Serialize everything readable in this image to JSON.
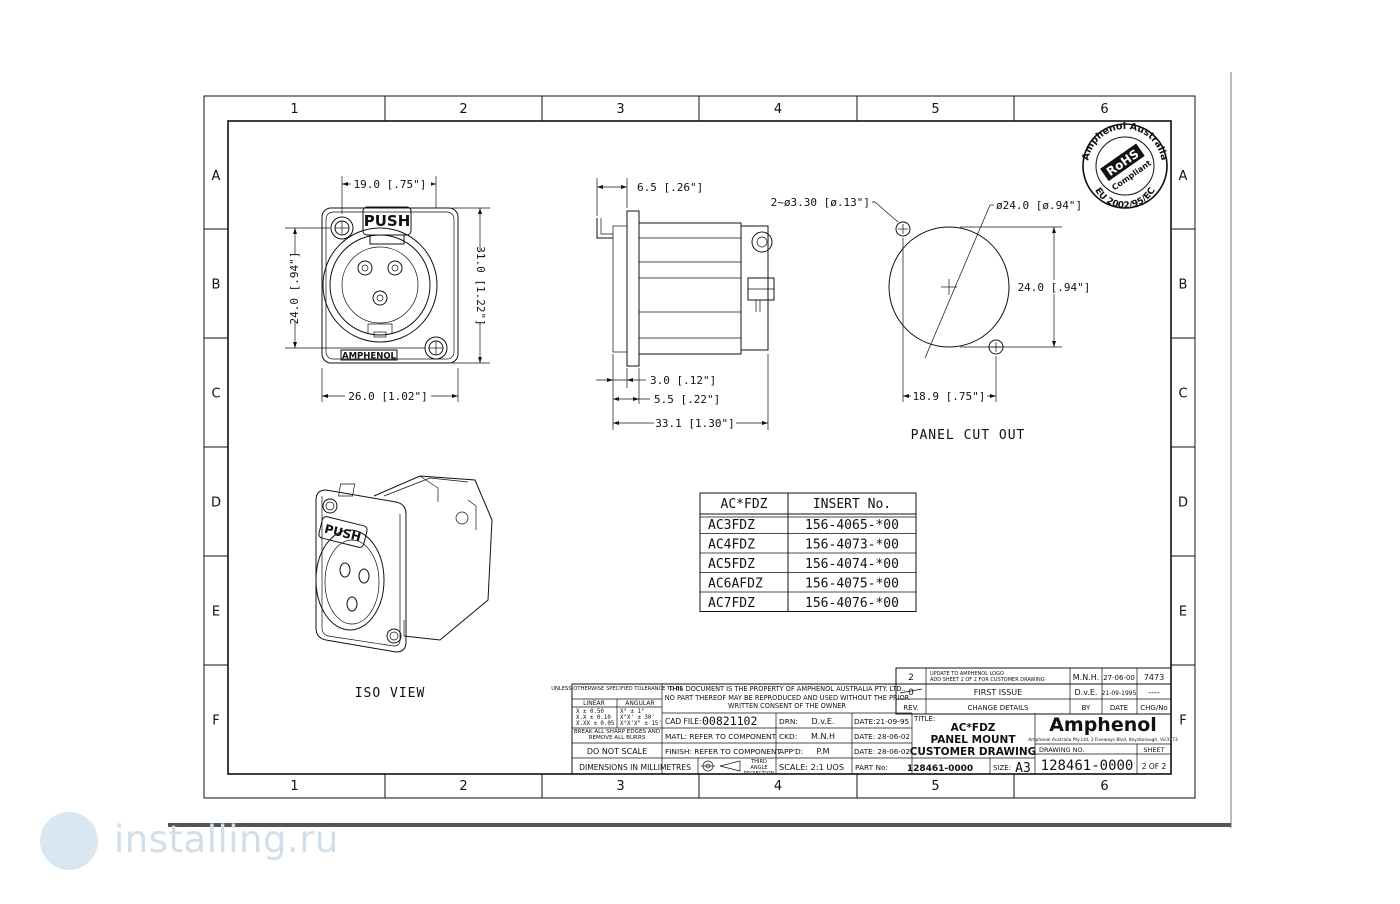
{
  "frame": {
    "columns": [
      "1",
      "2",
      "3",
      "4",
      "5",
      "6"
    ],
    "rows": [
      "A",
      "B",
      "C",
      "D",
      "E",
      "F"
    ]
  },
  "front_view": {
    "dim_top": "19.0 [.75\"]",
    "dim_left": "24.0 [.94\"]",
    "dim_right": "31.0 [1.22\"]",
    "dim_bottom": "26.0 [1.02\"]",
    "push_label": "PUSH",
    "logo": "AMPHENOL"
  },
  "side_view": {
    "dim_top": "6.5 [.26\"]",
    "dim_a": "3.0 [.12\"]",
    "dim_b": "5.5 [.22\"]",
    "dim_c": "33.1 [1.30\"]"
  },
  "panel_cutout": {
    "holes_label": "2~ø3.30 [ø.13\"]",
    "diameter_label": "ø24.0 [ø.94\"]",
    "height_label": "24.0 [.94\"]",
    "width_label": "18.9 [.75\"]",
    "caption": "PANEL CUT OUT"
  },
  "rohs_stamp": {
    "outer_text": "Amphenol Australia",
    "center": "RoHS",
    "sub": "Compliant",
    "bottom": "EU 2002/95/EC"
  },
  "iso_view": {
    "caption": "ISO VIEW",
    "push_label": "PUSH"
  },
  "insert_table": {
    "headers": [
      "AC*FDZ",
      "INSERT No."
    ],
    "rows": [
      [
        "AC3FDZ",
        "156-4065-*00"
      ],
      [
        "AC4FDZ",
        "156-4073-*00"
      ],
      [
        "AC5FDZ",
        "156-4074-*00"
      ],
      [
        "AC6AFDZ",
        "156-4075-*00"
      ],
      [
        "AC7FDZ",
        "156-4076-*00"
      ]
    ]
  },
  "title_block": {
    "revisions": [
      {
        "rev": "2",
        "details": "UPDATE TO AMPHENOL LOGO",
        "details2": "ADD SHEET 2 OF 2 FOR CUSTOMER DRAWING",
        "by": "M.N.H.",
        "date": "27-06-00",
        "chg": "7473"
      },
      {
        "rev": "0",
        "details": "FIRST ISSUE",
        "details2": "",
        "by": "D.v.E.",
        "date": "21-09-1995",
        "chg": "----"
      }
    ],
    "rev_header": {
      "rev": "REV.",
      "details": "CHANGE DETAILS",
      "by": "BY",
      "date": "DATE",
      "chg": "CHG/No"
    },
    "tolerance_title": "UNLESS OTHERWISE SPECIFIED TOLERANCE TO BE",
    "tol_linear": "LINEAR",
    "tol_angular": "ANGULAR",
    "tol_lines": [
      "X    ± 0.50",
      "X.X  ± 0.10",
      "X.XX ± 0.05"
    ],
    "tol_ang_lines": [
      "X°   ± 1°",
      "X°X'  ± 30'",
      "X°X'X\" ± 15'"
    ],
    "break_edges": "BREAK ALL SHARP EDGES AND REMOVE ALL BURRS",
    "do_not_scale": "DO NOT SCALE",
    "dimensions": "DIMENSIONS IN MILLIMETRES",
    "property": "THIS DOCUMENT IS THE PROPERTY OF AMPHENOL AUSTRALIA PTY. LTD.. NO PART THEREOF MAY BE REPRODUCED AND USED WITHOUT THE PRIOR WRITTEN CONSENT OF THE OWNER",
    "cad_file_label": "CAD FILE:",
    "cad_file": "00821102",
    "matl": "MATL: REFER TO COMPONENT",
    "finish": "FINISH: REFER TO COMPONENT",
    "projection": "THIRD ANGLE PROJECTION",
    "drn": "DRN:",
    "drn_val": "D.v.E.",
    "ckd": "CKD:",
    "ckd_val": "M.N.H",
    "appd": "APP'D:",
    "appd_val": "P.M",
    "scale": "SCALE: 2:1 UOS",
    "date1": "DATE:21-09-95",
    "date2": "DATE: 28-06-02",
    "date3": "DATE: 28-06-02",
    "part_no_label": "PART No:",
    "part_no": "128461-0000",
    "title_label": "TITLE:",
    "title_lines": [
      "AC*FDZ",
      "PANEL MOUNT",
      "CUSTOMER DRAWING"
    ],
    "brand": "Amphenol",
    "brand_address": "Amphenol Australia Pty Ltd, 2 Fiveways Blvd, Keysborough, Vic3173",
    "size_label": "SIZE:",
    "size": "A3",
    "drawing_no_label": "DRAWING NO.",
    "drawing_no": "128461-0000",
    "sheet_label": "SHEET",
    "sheet": "2 OF 2"
  },
  "watermark": {
    "text": "installing.ru"
  }
}
